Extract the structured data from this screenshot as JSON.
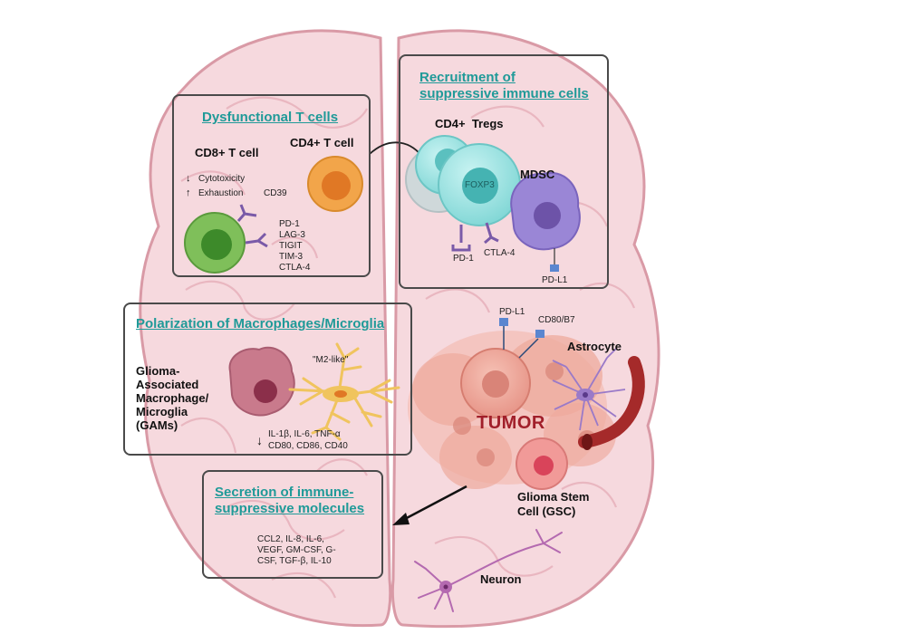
{
  "panels": {
    "dysfunctional_t": {
      "title": "Dysfunctional T cells",
      "cd8_label": "CD8+ T cell",
      "cd4_label": "CD4+ T cell",
      "cytotoxicity": "Cytotoxicity",
      "exhaustion": "Exhaustion",
      "cd39": "CD39",
      "checkpoints": [
        "PD-1",
        "LAG-3",
        "TIGIT",
        "TIM-3",
        "CTLA-4"
      ]
    },
    "recruitment": {
      "title_line1": "Recruitment of",
      "title_line2": "suppressive immune cells",
      "tregs_label": "CD4+  Tregs",
      "foxp3": "FOXP3",
      "pd1": "PD-1",
      "ctla4": "CTLA-4",
      "mdsc_label": "MDSC",
      "pdl1": "PD-L1"
    },
    "polarization": {
      "title": "Polarization of Macrophages/Microglia",
      "gam_lines": [
        "Glioma-",
        "Associated",
        "Macrophage/",
        "Microglia",
        "(GAMs)"
      ],
      "m2_like": "\"M2-like\"",
      "cytokines_line1": "IL-1β, IL-6, TNF-α",
      "cytokines_line2": "CD80, CD86, CD40"
    },
    "secretion": {
      "title_line1": "Secretion of immune-",
      "title_line2": "suppressive molecules",
      "molecules": [
        "CCL2, IL-8, IL-6,",
        "VEGF, GM-CSF, G-",
        "CSF, TGF-β, IL-10"
      ]
    }
  },
  "tumor_region": {
    "tumor_label": "TUMOR",
    "pdl1": "PD-L1",
    "cd80_b7": "CD80/B7",
    "astrocyte": "Astrocyte",
    "gsc_line1": "Glioma Stem",
    "gsc_line2": "Cell (GSC)",
    "neuron": "Neuron"
  },
  "colors": {
    "brain_fill": "#f6d9de",
    "brain_stroke": "#d99aa6",
    "heading": "#1f9a98",
    "box_border": "#4a4a4a",
    "cd8_cell": "#7fbf5a",
    "cd4_cell": "#f2a54a",
    "treg_cell": "#8fe0df",
    "mdsc_cell": "#9a86d6",
    "macrophage": "#c97a8c",
    "microglia": "#f0c45e",
    "tumor_cell": "#eea99c",
    "tumor_text": "#a11f2a",
    "vessel": "#a52a2a"
  }
}
